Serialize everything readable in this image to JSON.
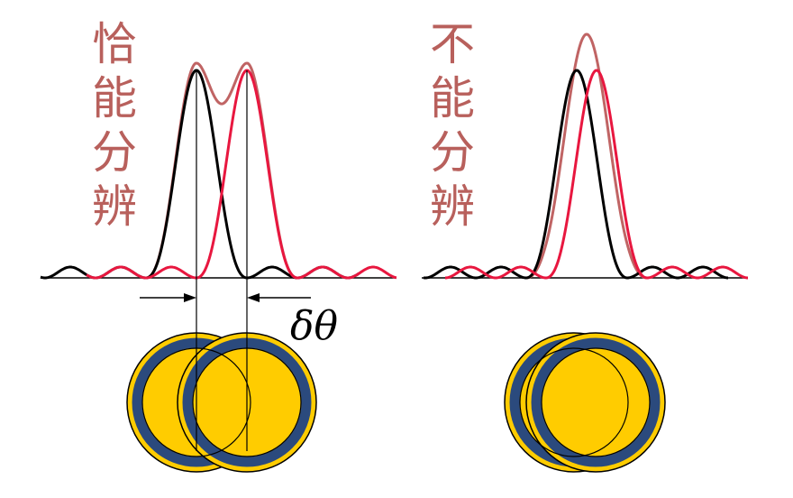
{
  "panels": [
    {
      "id": "resolved",
      "label": "恰能分辨"
    },
    {
      "id": "unresolved",
      "label": "不能分辨"
    }
  ],
  "separation_label": "δθ",
  "colors": {
    "label": "#b8605c",
    "source_a": "#000000",
    "source_b": "#e8173f",
    "sum": "#c06464",
    "disk": "#ffcc00",
    "ring": "#2b4a7d",
    "axis": "#000000"
  }
}
